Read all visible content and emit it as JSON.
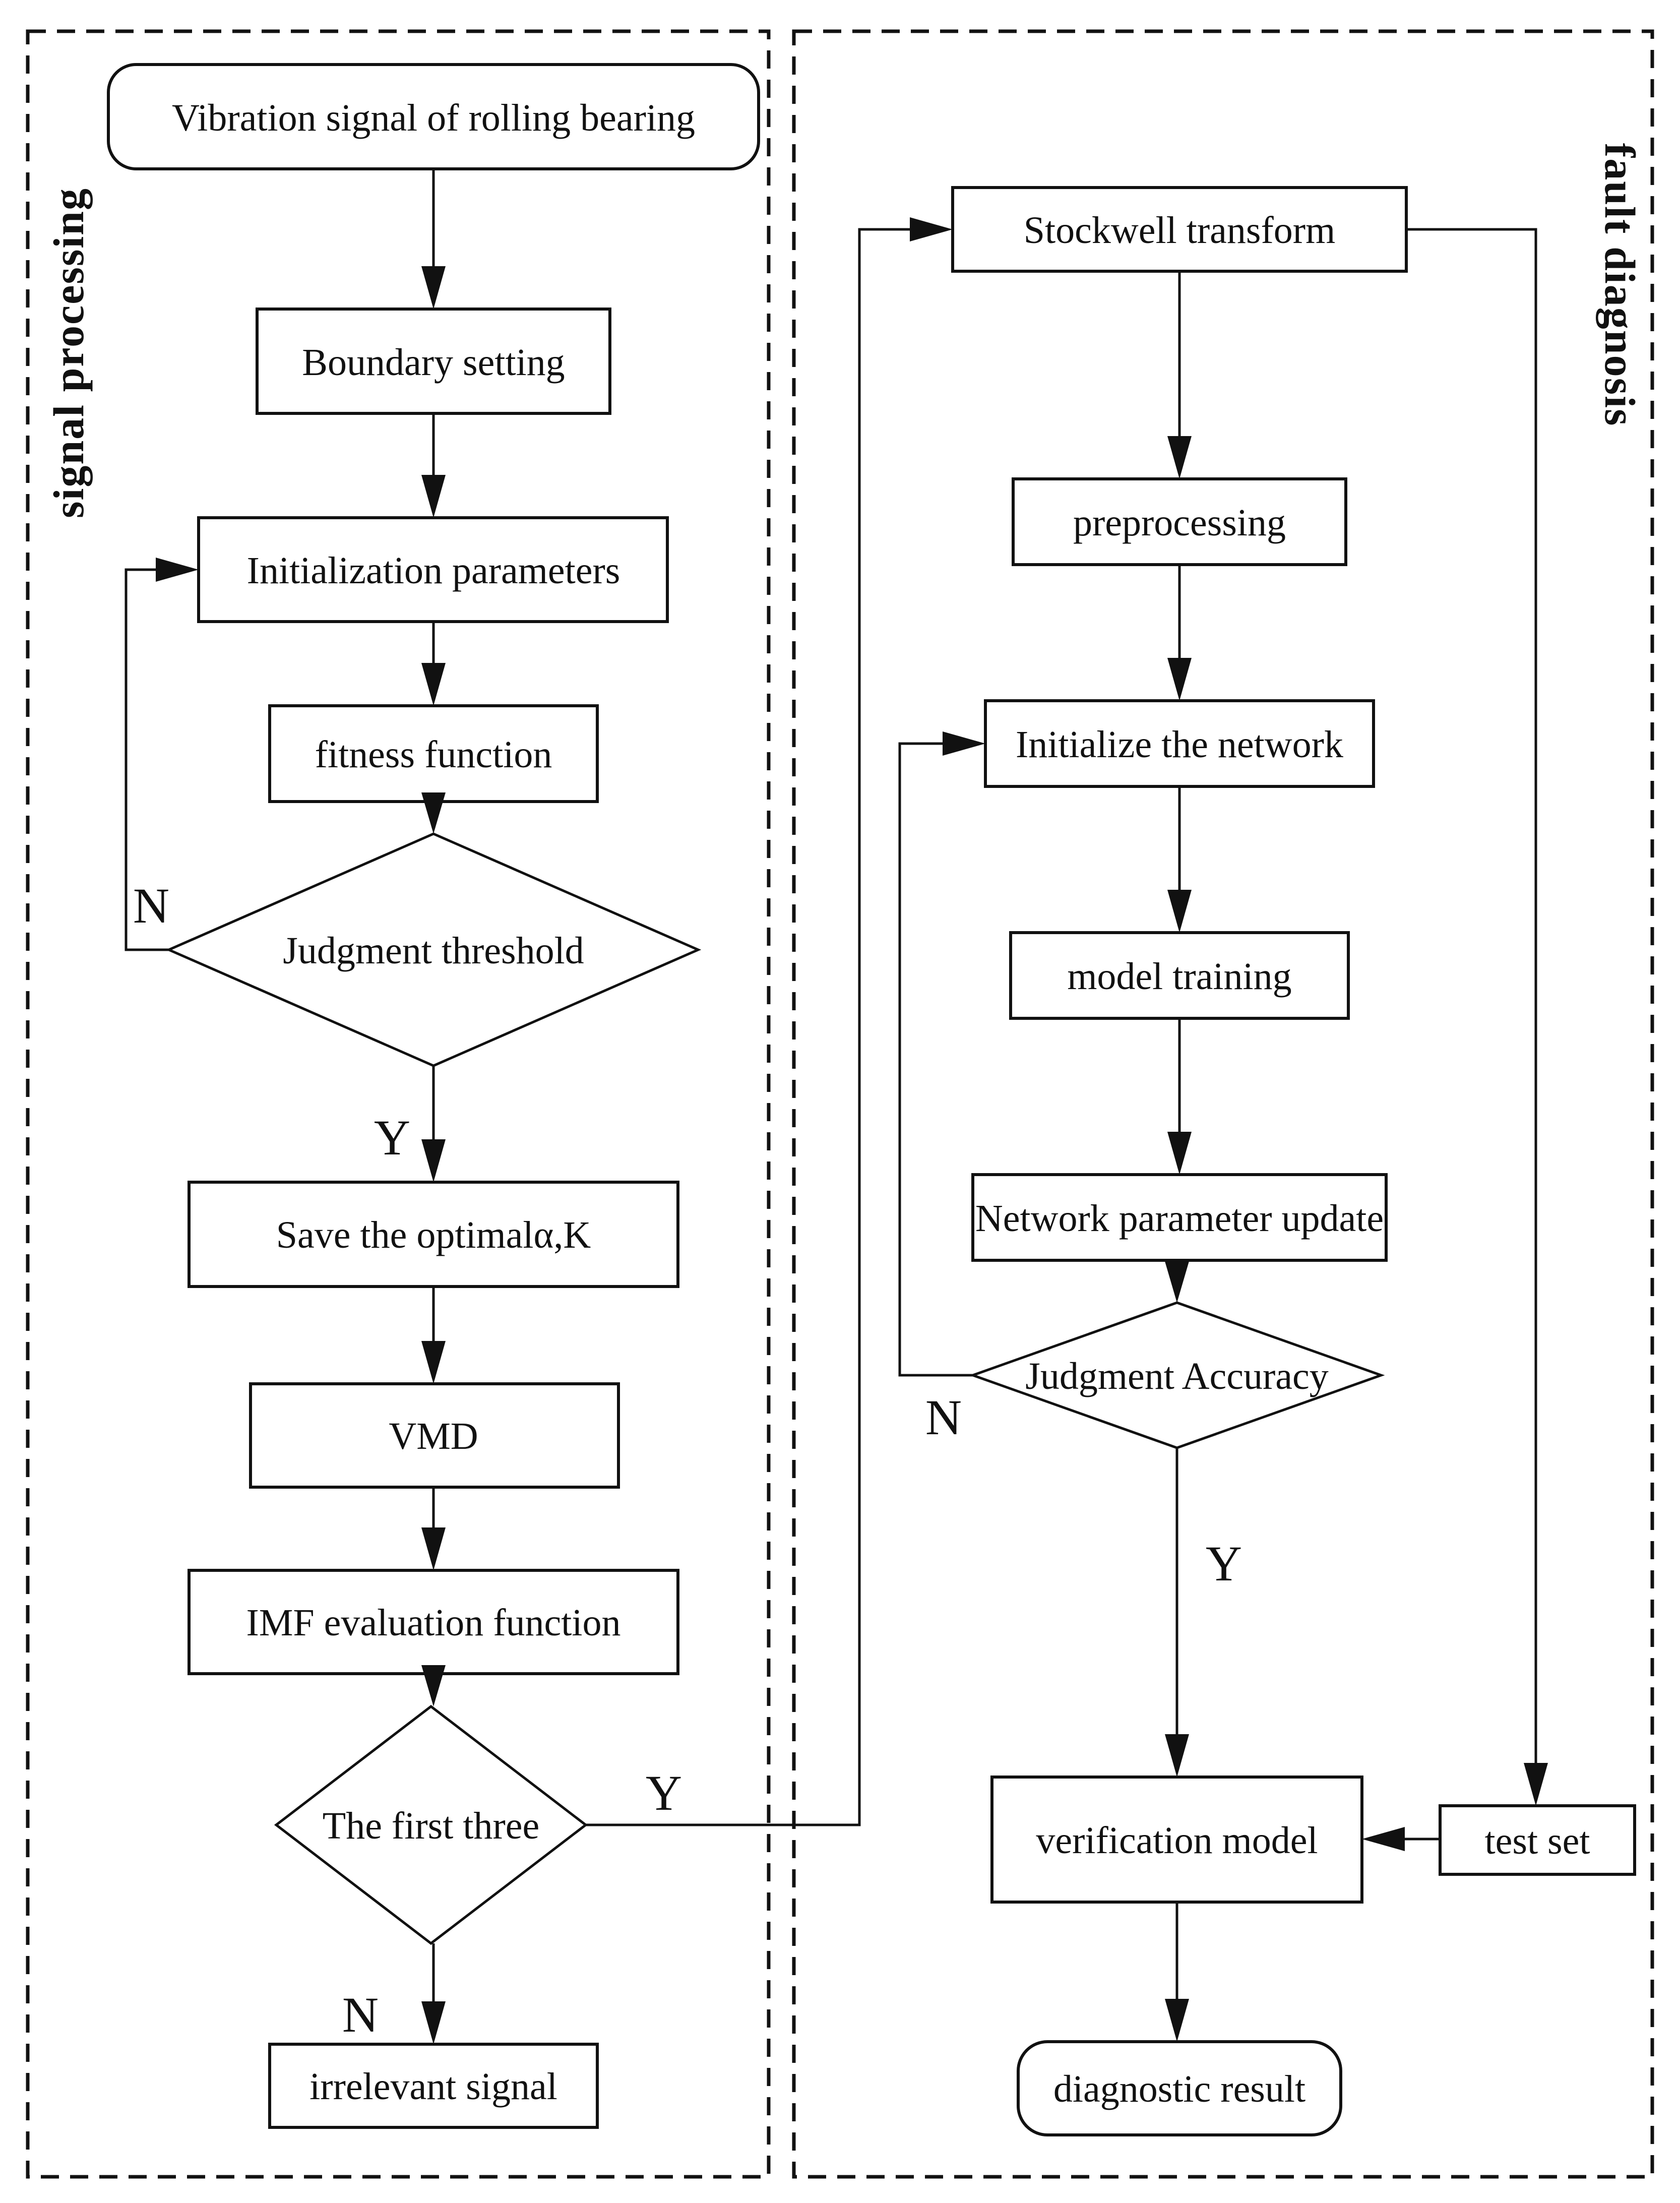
{
  "figure": {
    "background": "#ffffff",
    "line_color": "#111111"
  },
  "panels": {
    "signal_processing": "signal processing",
    "fault_diagnosis": "fault diagnosis"
  },
  "nodes": {
    "vibration": "Vibration signal of rolling bearing",
    "boundary": "Boundary setting",
    "init_params": "Initialization parameters",
    "fitness": "fitness function",
    "judgment_threshold": "Judgment threshold",
    "save_optimal": "Save the optimalα,K",
    "vmd": "VMD",
    "imf": "IMF evaluation function",
    "first_three": "The first three",
    "irrelevant": "irrelevant signal",
    "stockwell": "Stockwell transform",
    "preprocessing": "preprocessing",
    "init_network": "Initialize the network",
    "model_training": "model training",
    "network_update": "Network parameter update",
    "judgment_accuracy": "Judgment Accuracy",
    "verification": "verification model",
    "test_set": "test set",
    "diagnostic": "diagnostic result"
  },
  "branches": {
    "jt_n": "N",
    "jt_y": "Y",
    "ft_y": "Y",
    "ft_n": "N",
    "ja_n": "N",
    "ja_y": "Y"
  }
}
